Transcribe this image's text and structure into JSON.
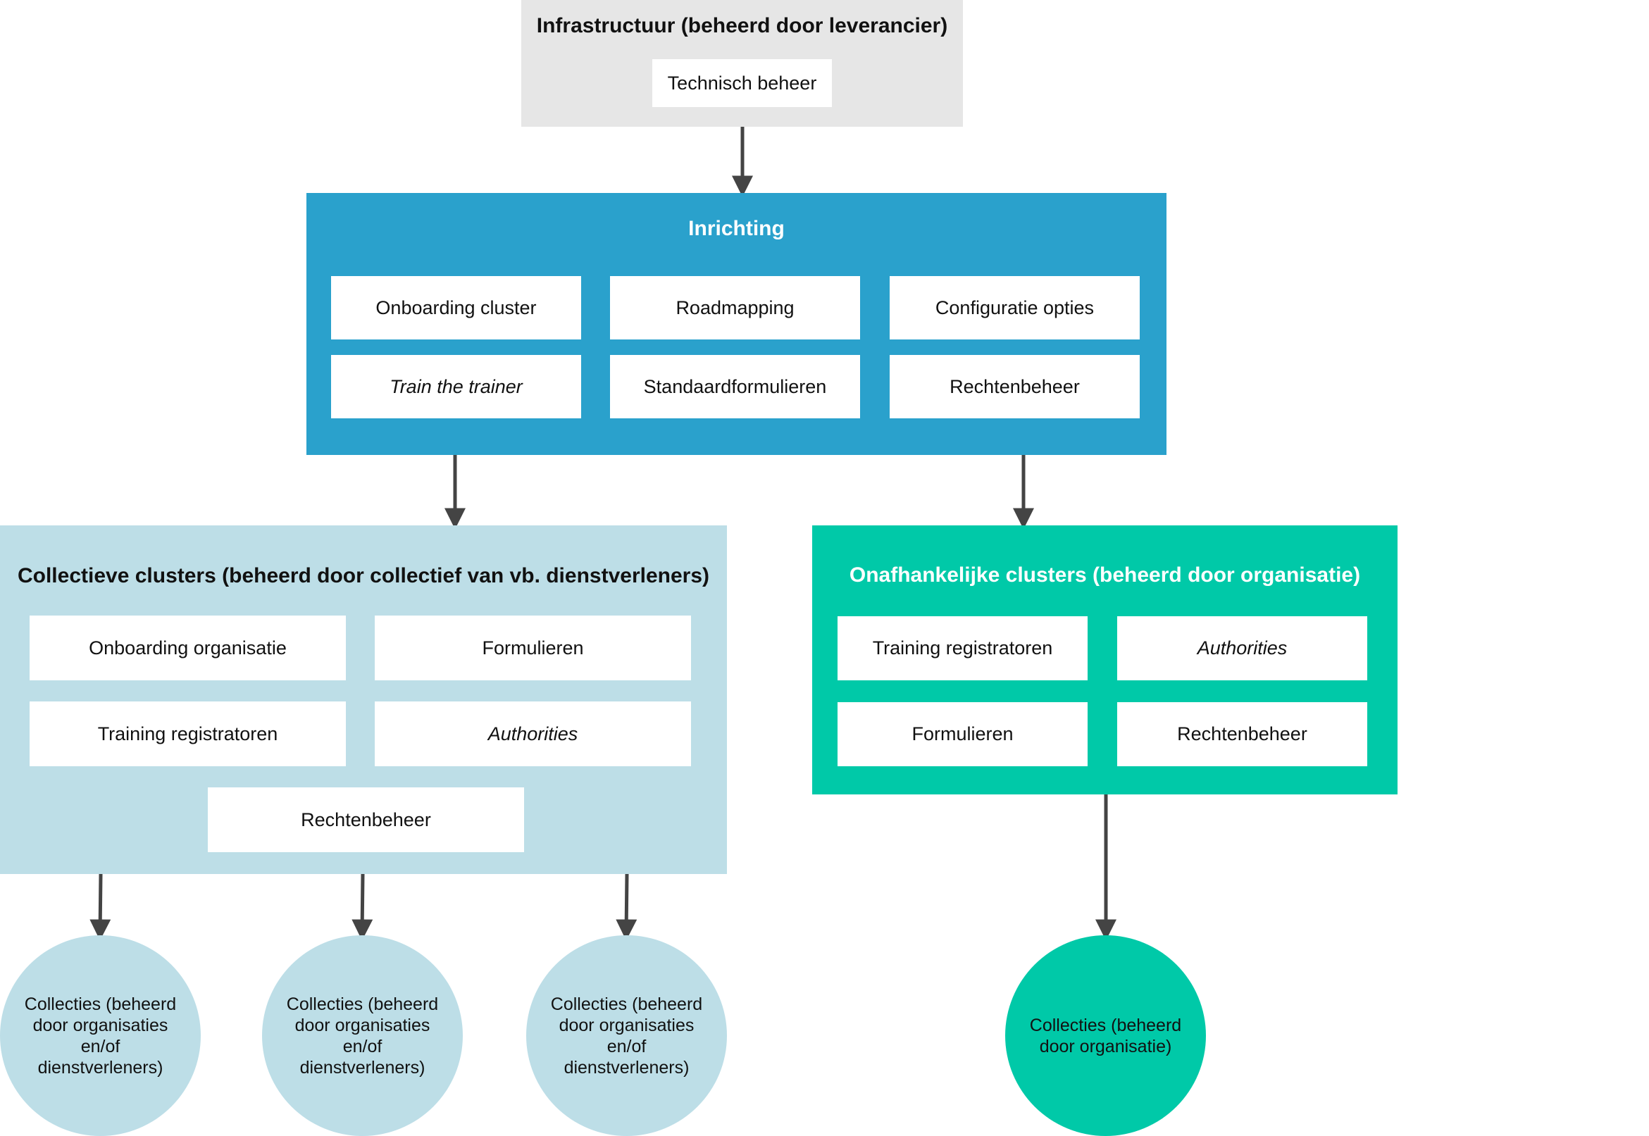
{
  "colors": {
    "infrastructure_bg": "#e6e6e6",
    "inrichting_bg": "#2aa1cc",
    "collective_bg": "#bddee7",
    "independent_bg": "#00c9a8",
    "arrow": "#444444"
  },
  "infrastructure": {
    "title": "Infrastructuur (beheerd door leverancier)",
    "items": [
      "Technisch beheer"
    ]
  },
  "inrichting": {
    "title": "Inrichting",
    "items": [
      "Onboarding cluster",
      "Roadmapping",
      "Configuratie opties",
      "Train the trainer",
      "Standaardformulieren",
      "Rechtenbeheer"
    ]
  },
  "collective": {
    "title": "Collectieve clusters (beheerd door collectief van vb. dienstverleners)",
    "items": [
      "Onboarding organisatie",
      "Formulieren",
      "Training registratoren",
      "Authorities",
      "Rechtenbeheer"
    ]
  },
  "independent": {
    "title": "Onafhankelijke clusters (beheerd door organisatie)",
    "items": [
      "Training registratoren",
      "Authorities",
      "Formulieren",
      "Rechtenbeheer"
    ]
  },
  "collective_collections": [
    {
      "lines": [
        "Collecties (beheerd",
        "door organisaties",
        "en/of",
        "dienstverleners)"
      ]
    },
    {
      "lines": [
        "Collecties (beheerd",
        "door organisaties",
        "en/of",
        "dienstverleners)"
      ]
    },
    {
      "lines": [
        "Collecties (beheerd",
        "door organisaties",
        "en/of",
        "dienstverleners)"
      ]
    }
  ],
  "independent_collections": [
    {
      "lines": [
        "Collecties (beheerd",
        "door organisatie)"
      ]
    }
  ]
}
